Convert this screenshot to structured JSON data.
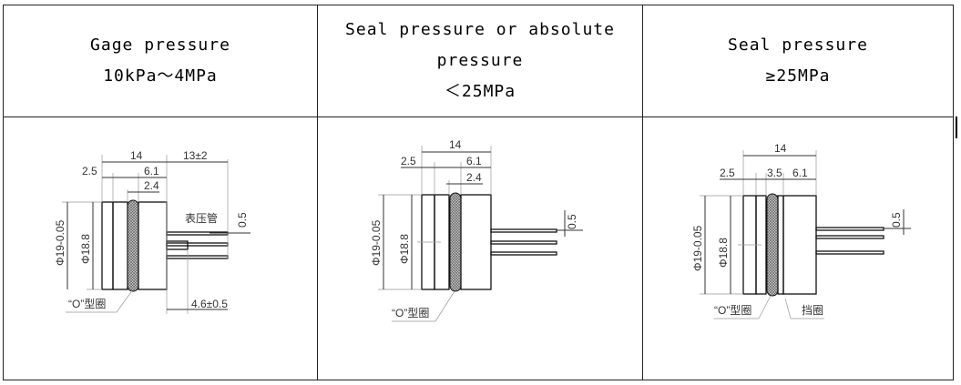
{
  "columns": [
    {
      "title": "Gage pressure",
      "range": "10kPa～4MPa"
    },
    {
      "title": "Seal pressure or absolute",
      "title2": "pressure",
      "range": "＜25MPa"
    },
    {
      "title": "Seal pressure",
      "range": "≥25MPa"
    }
  ],
  "drawings": [
    {
      "overall": "14",
      "pin_length": "13±2",
      "d1": "2.5",
      "d2": "6.1",
      "d3": "2.4",
      "pin_pitch": "0.5",
      "outer_dia": "Φ19-0.05",
      "inner_dia": "Φ18.8",
      "oring_label": "“O”型圈",
      "tube_label": "表压管",
      "pin_offset": "4.6±0.5"
    },
    {
      "overall": "14",
      "d1": "2.5",
      "d2": "6.1",
      "d3": "2.4",
      "pin_pitch": "0.5",
      "outer_dia": "Φ19-0.05",
      "inner_dia": "Φ18.8",
      "oring_label": "“O”型圈"
    },
    {
      "overall": "14",
      "d1": "2.5",
      "d2": "3.5",
      "d3": "6.1",
      "pin_pitch": "0.5",
      "outer_dia": "Φ19-0.05",
      "inner_dia": "Φ18.8",
      "oring_label": "“O”型圈",
      "ring_label": "挡圈"
    }
  ]
}
